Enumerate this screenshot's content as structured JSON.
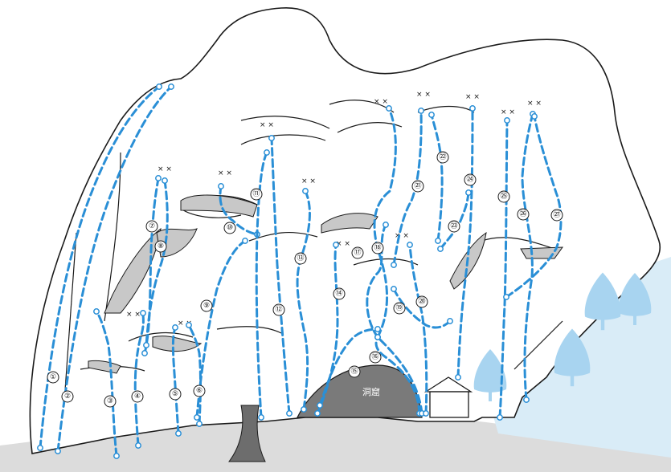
{
  "colors": {
    "route": "#2a8fd6",
    "rock_outline": "#1a1a1a",
    "shade": "#c8c8c8",
    "ground": "#dcdcdc",
    "cave": "#7a7a7a",
    "snow": "#d9ecf7",
    "tree": "#a8d4f0"
  },
  "cave_label": "洞窟",
  "anchor_marker": "× ×",
  "routes": [
    {
      "label": "①"
    },
    {
      "label": "②"
    },
    {
      "label": "③"
    },
    {
      "label": "④"
    },
    {
      "label": "⑤"
    },
    {
      "label": "⑥"
    },
    {
      "label": "⑦"
    },
    {
      "label": "⑧"
    },
    {
      "label": "⑨"
    },
    {
      "label": "⑩"
    },
    {
      "label": "⑪"
    },
    {
      "label": "⑫"
    },
    {
      "label": "⑬"
    },
    {
      "label": "⑭"
    },
    {
      "label": "⑮"
    },
    {
      "label": "⑯"
    },
    {
      "label": "⑰"
    },
    {
      "label": "⑱"
    },
    {
      "label": "⑲"
    },
    {
      "label": "⑳"
    },
    {
      "label": "㉑"
    },
    {
      "label": "㉒"
    },
    {
      "label": "㉓"
    },
    {
      "label": "㉔"
    },
    {
      "label": "㉕"
    },
    {
      "label": "㉖"
    },
    {
      "label": "㉗"
    }
  ]
}
